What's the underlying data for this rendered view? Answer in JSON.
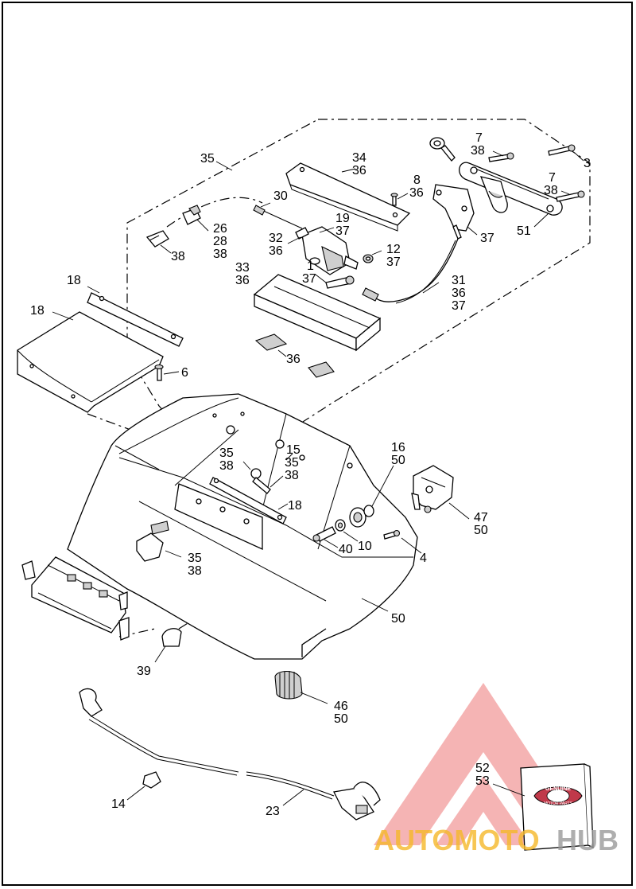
{
  "callouts": [
    {
      "id": "c35a",
      "text": "35"
    },
    {
      "id": "c34",
      "text": "34"
    },
    {
      "id": "c36a",
      "text": "36"
    },
    {
      "id": "c7a",
      "text": "7"
    },
    {
      "id": "c38a",
      "text": "38"
    },
    {
      "id": "c3",
      "text": "3"
    },
    {
      "id": "c8",
      "text": "8"
    },
    {
      "id": "c36b",
      "text": "36"
    },
    {
      "id": "c7b",
      "text": "7"
    },
    {
      "id": "c38b",
      "text": "38"
    },
    {
      "id": "c30",
      "text": "30"
    },
    {
      "id": "c19",
      "text": "19"
    },
    {
      "id": "c37a",
      "text": "37"
    },
    {
      "id": "c26",
      "text": "26"
    },
    {
      "id": "c28",
      "text": "28"
    },
    {
      "id": "c38c",
      "text": "38"
    },
    {
      "id": "c32",
      "text": "32"
    },
    {
      "id": "c36c",
      "text": "36"
    },
    {
      "id": "c51",
      "text": "51"
    },
    {
      "id": "c37b",
      "text": "37"
    },
    {
      "id": "c38d",
      "text": "38"
    },
    {
      "id": "c12",
      "text": "12"
    },
    {
      "id": "c37c",
      "text": "37"
    },
    {
      "id": "c33",
      "text": "33"
    },
    {
      "id": "c36d",
      "text": "36"
    },
    {
      "id": "c1",
      "text": "1"
    },
    {
      "id": "c37d",
      "text": "37"
    },
    {
      "id": "c31",
      "text": "31"
    },
    {
      "id": "c36e",
      "text": "36"
    },
    {
      "id": "c37e",
      "text": "37"
    },
    {
      "id": "c18a",
      "text": "18"
    },
    {
      "id": "c18b",
      "text": "18"
    },
    {
      "id": "c36f",
      "text": "36"
    },
    {
      "id": "c6",
      "text": "6"
    },
    {
      "id": "c16",
      "text": "16"
    },
    {
      "id": "c50a",
      "text": "50"
    },
    {
      "id": "c35b",
      "text": "35"
    },
    {
      "id": "c38e",
      "text": "38"
    },
    {
      "id": "c15",
      "text": "15"
    },
    {
      "id": "c35c",
      "text": "35"
    },
    {
      "id": "c38f",
      "text": "38"
    },
    {
      "id": "c18c",
      "text": "18"
    },
    {
      "id": "c47",
      "text": "47"
    },
    {
      "id": "c50b",
      "text": "50"
    },
    {
      "id": "c40",
      "text": "40"
    },
    {
      "id": "c10",
      "text": "10"
    },
    {
      "id": "c4",
      "text": "4"
    },
    {
      "id": "c35d",
      "text": "35"
    },
    {
      "id": "c38g",
      "text": "38"
    },
    {
      "id": "c50c",
      "text": "50"
    },
    {
      "id": "c39",
      "text": "39"
    },
    {
      "id": "c46",
      "text": "46"
    },
    {
      "id": "c50d",
      "text": "50"
    },
    {
      "id": "c52",
      "text": "52"
    },
    {
      "id": "c53",
      "text": "53"
    },
    {
      "id": "c14",
      "text": "14"
    },
    {
      "id": "c23",
      "text": "23"
    }
  ],
  "watermark": {
    "brand_left": "AUTOMOTO",
    "brand_right": "HUB",
    "color_primary": "#f08a8a",
    "color_accent": "#f5b829",
    "color_secondary": "#9a9a9a"
  },
  "badge": {
    "line1": "GENUINE",
    "line2": "MOTOR PARTS"
  }
}
